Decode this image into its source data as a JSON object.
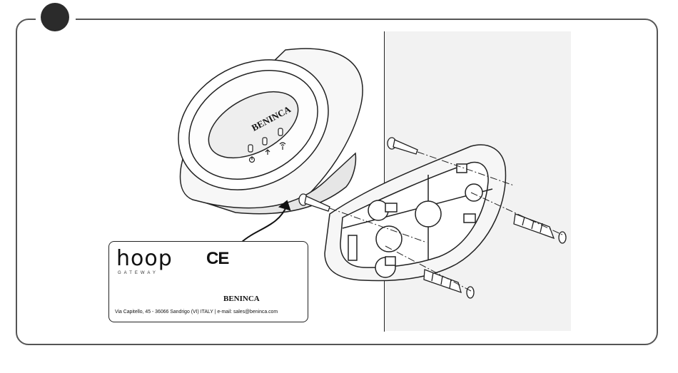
{
  "label": {
    "brand_logo": "hoop",
    "brand_subtitle": "GATEWAY",
    "ce_mark": "CE",
    "manufacturer_logo": "BENINCA",
    "address": "Via Capitello, 45 - 36066 Sandrigo (VI) ITALY | e-mail: sales@beninca.com"
  },
  "device": {
    "logo": "BENINCA",
    "indicators": [
      "power-icon",
      "network-icon",
      "wifi-icon"
    ]
  },
  "parts": [
    "gateway-device",
    "wall-bracket",
    "screw",
    "wall-plug",
    "product-label"
  ],
  "colors": {
    "line": "#222222",
    "wall": "#f2f2f2",
    "badge": "#2b2b2b"
  }
}
